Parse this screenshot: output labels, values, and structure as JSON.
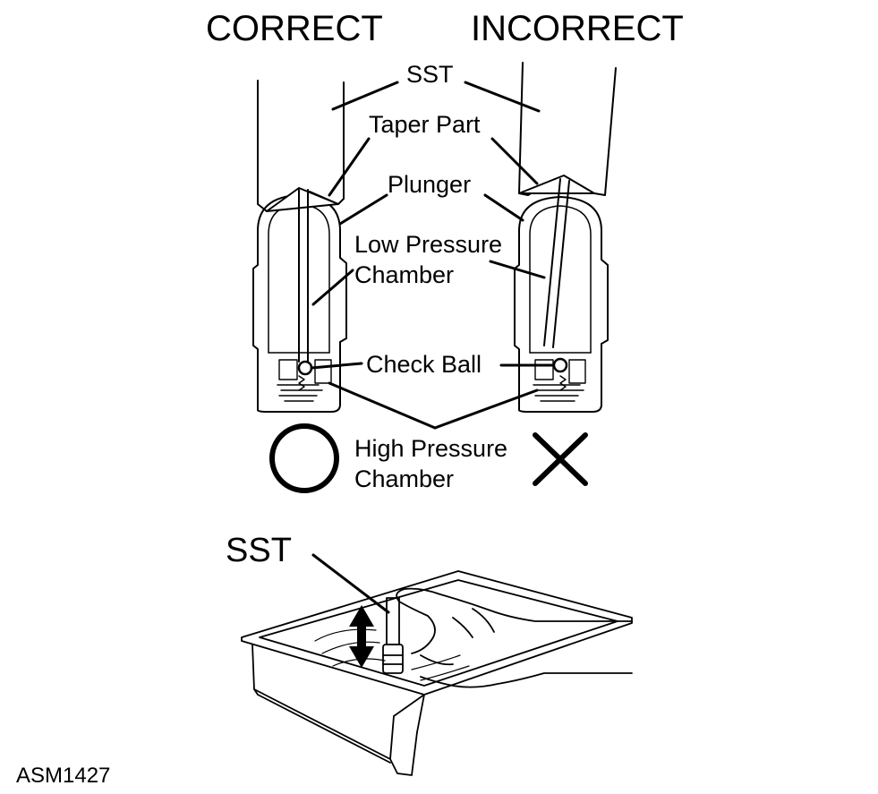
{
  "headings": {
    "correct": "CORRECT",
    "incorrect": "INCORRECT"
  },
  "callouts": {
    "sst": "SST",
    "taper_part": "Taper Part",
    "plunger": "Plunger",
    "low_pressure_line1": "Low Pressure",
    "low_pressure_line2": "Chamber",
    "check_ball": "Check Ball",
    "high_pressure_line1": "High Pressure",
    "high_pressure_line2": "Chamber"
  },
  "symbols": {
    "correct_mark": "circle-icon",
    "incorrect_mark": "cross-icon"
  },
  "lower_view": {
    "sst": "SST"
  },
  "figure_code": "ASM1427",
  "colors": {
    "ink": "#000000",
    "background": "#ffffff"
  }
}
